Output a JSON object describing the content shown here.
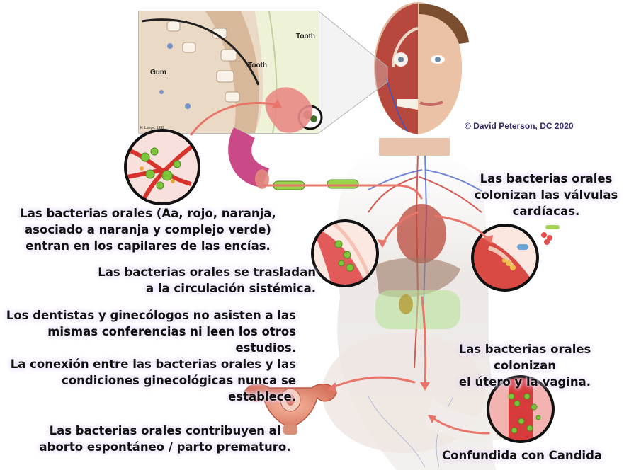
{
  "copyright": "© David Peterson, DC 2020",
  "inset": {
    "gum_label": "Gum",
    "tooth_label_1": "Tooth",
    "tooth_label_2": "Tooth",
    "credit": "K. Lange, 1999"
  },
  "captions": {
    "gum_capillaries": [
      "Las bacterias orales (Aa, rojo, naranja,",
      "asociado a naranja y complejo verde)",
      "entran en los capilares de las encías."
    ],
    "systemic": [
      "Las bacterias orales se trasladan",
      "a la circulación sistémica."
    ],
    "conferences": [
      "Los dentistas y ginecólogos no asisten a las",
      "mismas conferencias ni leen los otros estudios.",
      "La conexión entre las bacterias orales y las",
      "condiciones ginecológicas nunca se establece."
    ],
    "heart_valves": [
      "Las bacterias orales",
      "colonizan las válvulas",
      "cardíacas."
    ],
    "uterus": [
      "Las bacterias orales colonizan",
      "el útero y la vagina."
    ],
    "miscarriage": [
      "Las bacterias orales contribuyen al",
      "aborto espontáneo / parto prematuro."
    ],
    "candida": "Confundida con Candida"
  },
  "colors": {
    "arrow": "#e8756a",
    "bacteria_green": "#7cc43a",
    "capillary_red": "#d8322c",
    "caption_glow": "#d8c3f4"
  }
}
